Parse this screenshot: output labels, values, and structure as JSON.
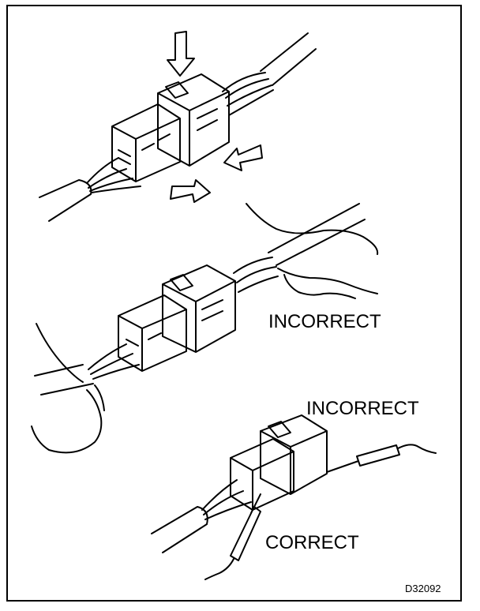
{
  "labels": {
    "incorrect_top": "INCORRECT",
    "incorrect_bottom": "INCORRECT",
    "correct": "CORRECT",
    "figure_code": "D32092"
  },
  "colors": {
    "ink": "#000000",
    "paper": "#ffffff"
  },
  "icons": [
    "arrow-down-icon",
    "arrow-left-icon",
    "arrow-right-icon"
  ]
}
